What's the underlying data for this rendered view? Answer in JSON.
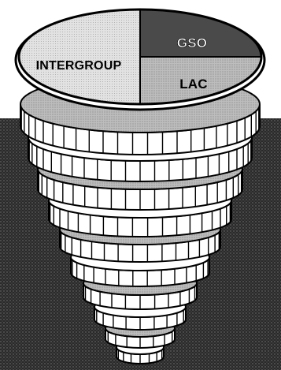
{
  "diagram": {
    "segments": [
      {
        "id": "intergroup",
        "label": "INTERGROUP",
        "fill": "#d6d6d6",
        "text_color": "#000000"
      },
      {
        "id": "gso",
        "label": "GSO",
        "fill": "#4a4a4a",
        "text_color": "#ffffff"
      },
      {
        "id": "lac",
        "label": "LAC",
        "fill": "#9a9a9a",
        "text_color": "#000000"
      }
    ]
  },
  "colors": {
    "background_texture": "#1e1e1e",
    "coin_fill": "#ffffff",
    "outline": "#000000"
  }
}
